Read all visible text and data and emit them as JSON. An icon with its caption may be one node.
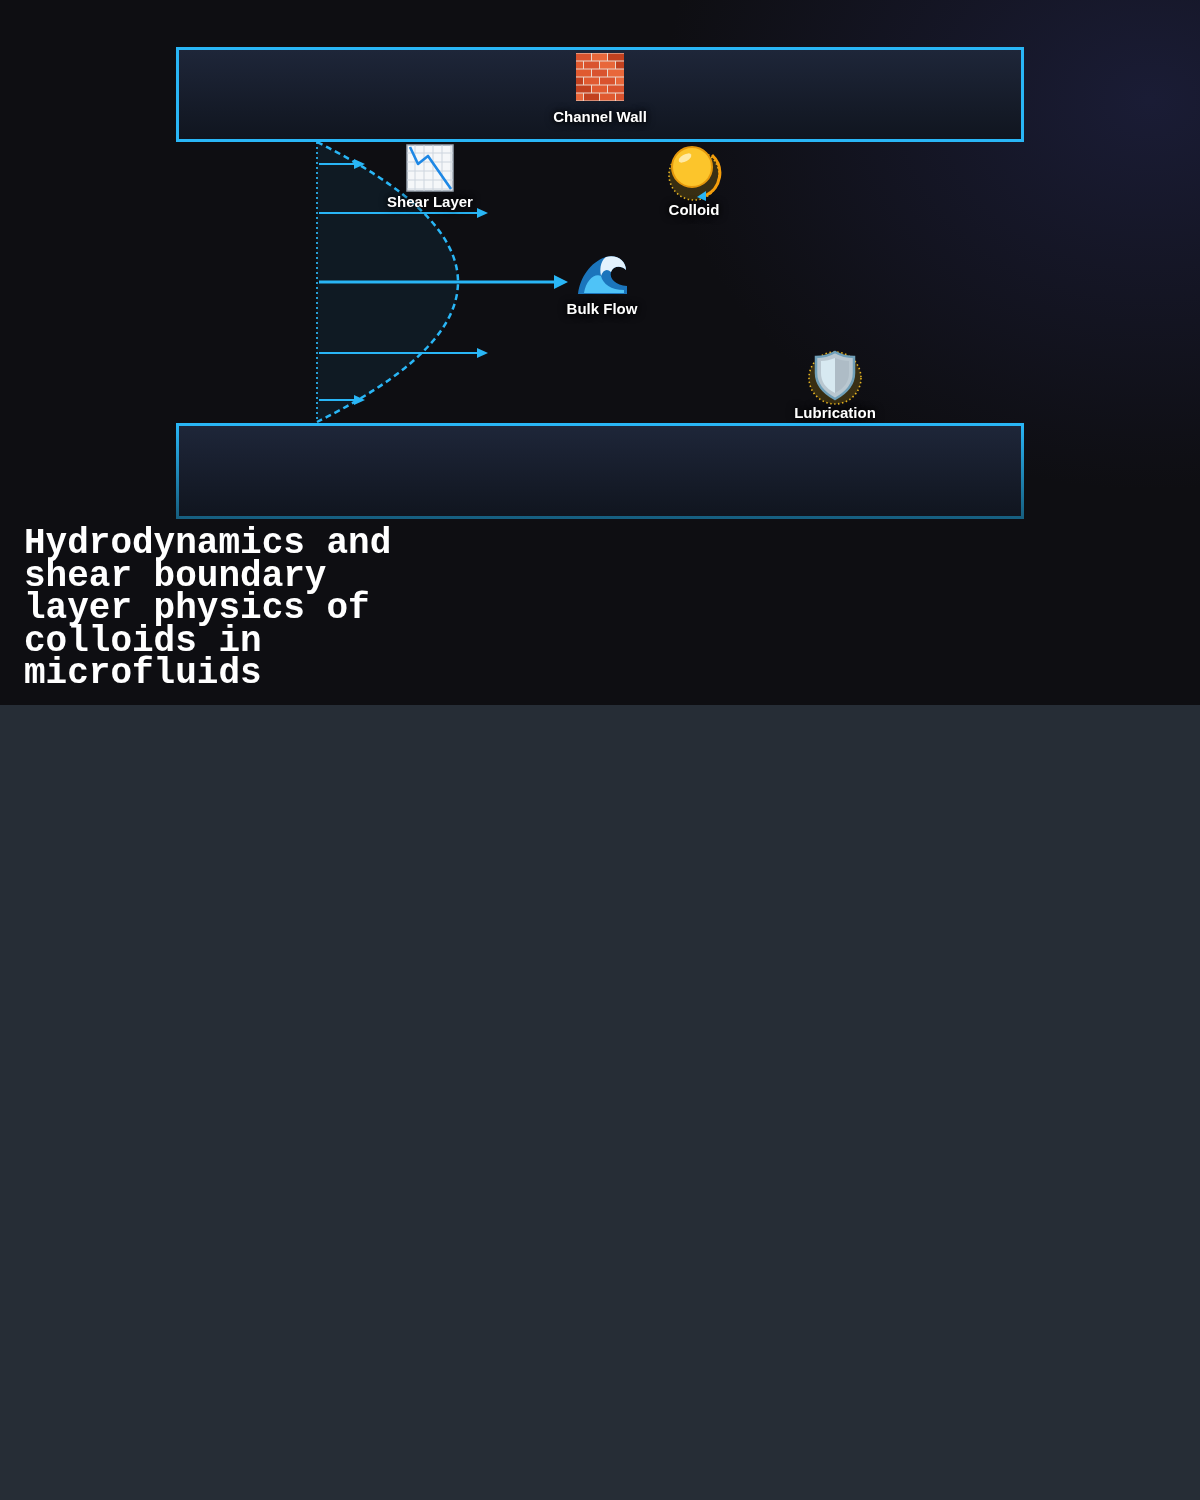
{
  "diagram": {
    "title": "Hydrodynamics and shear boundary layer physics of colloids in microfluids",
    "nodes": [
      {
        "text": [
          "Channel Wall"
        ]
      },
      {
        "text": [
          "Shear Layer"
        ]
      },
      {
        "text": [
          "Colloid"
        ]
      },
      {
        "text": [
          "Bulk Flow"
        ]
      },
      {
        "text": [
          "Lubrication"
        ]
      },
      {
        "text": [],
        "shape": "box"
      }
    ]
  }
}
